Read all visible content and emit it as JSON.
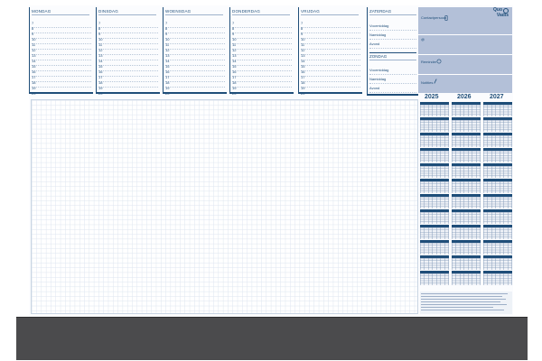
{
  "week": {
    "days": [
      {
        "name": "MONDAG"
      },
      {
        "name": "DINSDAG"
      },
      {
        "name": "WOENSDAG"
      },
      {
        "name": "DONDERDAG"
      },
      {
        "name": "VRIJDAG"
      }
    ],
    "hours": [
      "7",
      "8",
      "9",
      "10",
      "11",
      "12",
      "13",
      "14",
      "15",
      "16",
      "17",
      "18",
      "19",
      "20"
    ],
    "weekend": [
      {
        "name": "ZATERDAG",
        "lines": [
          "Voormiddag",
          "Namiddag",
          "Avond"
        ]
      },
      {
        "name": "ZONDAG",
        "lines": [
          "Voormiddag",
          "Namiddag",
          "Avond"
        ]
      }
    ]
  },
  "sidepanel": {
    "rows": [
      {
        "label": "Contactpersoon",
        "icon": "phone-icon"
      },
      {
        "label": "@",
        "icon": "at-sign-icon"
      },
      {
        "label": "Reminder",
        "icon": "bell-icon"
      },
      {
        "label": "Notities",
        "icon": "pen-icon"
      }
    ],
    "logo_line1": "Quo",
    "logo_line2": "Vadis"
  },
  "calendar": {
    "years": [
      "2025",
      "2026",
      "2027"
    ]
  },
  "colors": {
    "navy": "#1f4e79",
    "panel": "#b3c0d8",
    "grid": "#dde5ef",
    "blotter": "#4b4b4d"
  }
}
